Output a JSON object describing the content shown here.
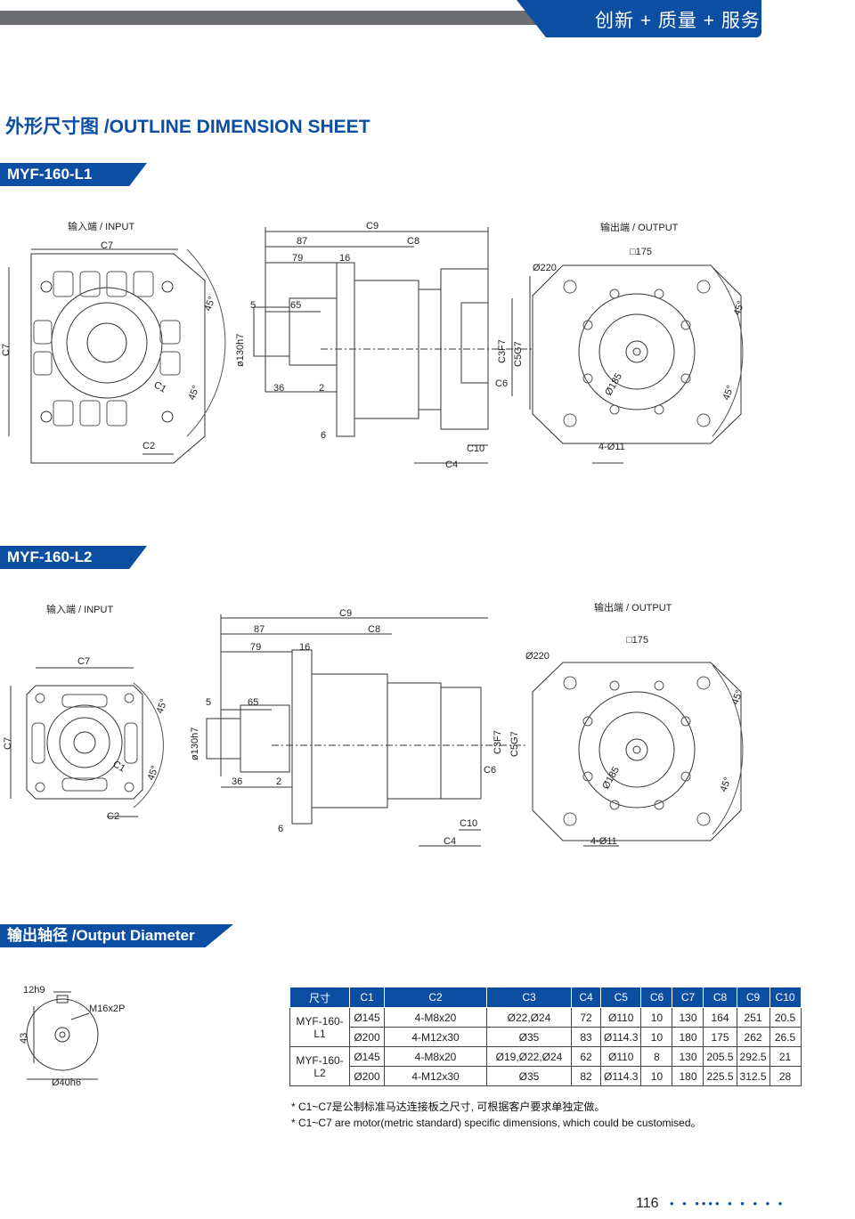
{
  "header": {
    "slogan": "创新 + 质量 + 服务"
  },
  "section_title": "外形尺寸图 /OUTLINE DIMENSION SHEET",
  "models": [
    {
      "name": "MYF-160-L1",
      "input_label": "输入端 / INPUT",
      "output_label": "输出端 / OUTPUT"
    },
    {
      "name": "MYF-160-L2",
      "input_label": "输入端 / INPUT",
      "output_label": "输出端 / OUTPUT"
    }
  ],
  "dims": {
    "c1": "C1",
    "c2": "C2",
    "c3": "C3F7",
    "c4": "C4",
    "c5": "C5G7",
    "c6": "C6",
    "c7": "C7",
    "c8": "C8",
    "c9": "C9",
    "c10": "C10",
    "d87": "87",
    "d79": "79",
    "d16": "16",
    "d5": "5",
    "d65": "65",
    "d36": "36",
    "d2": "2",
    "d6": "6",
    "shaft": "ø130h7",
    "angle": "45°",
    "square": "□175",
    "pcd220": "Ø220",
    "pcd185": "Ø185",
    "holes": "4-Ø11"
  },
  "output_diameter": {
    "title": "输出轴径 /Output Diameter",
    "key": "12h9",
    "thread": "M16x2P",
    "height": "43",
    "dia": "Ø40h6"
  },
  "table": {
    "headers": [
      "尺寸",
      "C1",
      "C2",
      "C3",
      "C4",
      "C5",
      "C6",
      "C7",
      "C8",
      "C9",
      "C10"
    ],
    "groups": [
      {
        "model": "MYF-160-L1",
        "rows": [
          [
            "Ø145",
            "4-M8x20",
            "Ø22,Ø24",
            "72",
            "Ø110",
            "10",
            "130",
            "164",
            "251",
            "20.5"
          ],
          [
            "Ø200",
            "4-M12x30",
            "Ø35",
            "83",
            "Ø114.3",
            "10",
            "180",
            "175",
            "262",
            "26.5"
          ]
        ]
      },
      {
        "model": "MYF-160-L2",
        "rows": [
          [
            "Ø145",
            "4-M8x20",
            "Ø19,Ø22,Ø24",
            "62",
            "Ø110",
            "8",
            "130",
            "205.5",
            "292.5",
            "21"
          ],
          [
            "Ø200",
            "4-M12x30",
            "Ø35",
            "82",
            "Ø114.3",
            "10",
            "180",
            "225.5",
            "312.5",
            "28"
          ]
        ]
      }
    ]
  },
  "notes": [
    "* C1~C7是公制标准马达连接板之尺寸, 可根据客户要求单独定做。",
    "* C1~C7 are motor(metric standard) specific dimensions, which could be customised。"
  ],
  "page_number": "116",
  "colors": {
    "brand": "#0b4ea2",
    "bar": "#6d6e71"
  }
}
